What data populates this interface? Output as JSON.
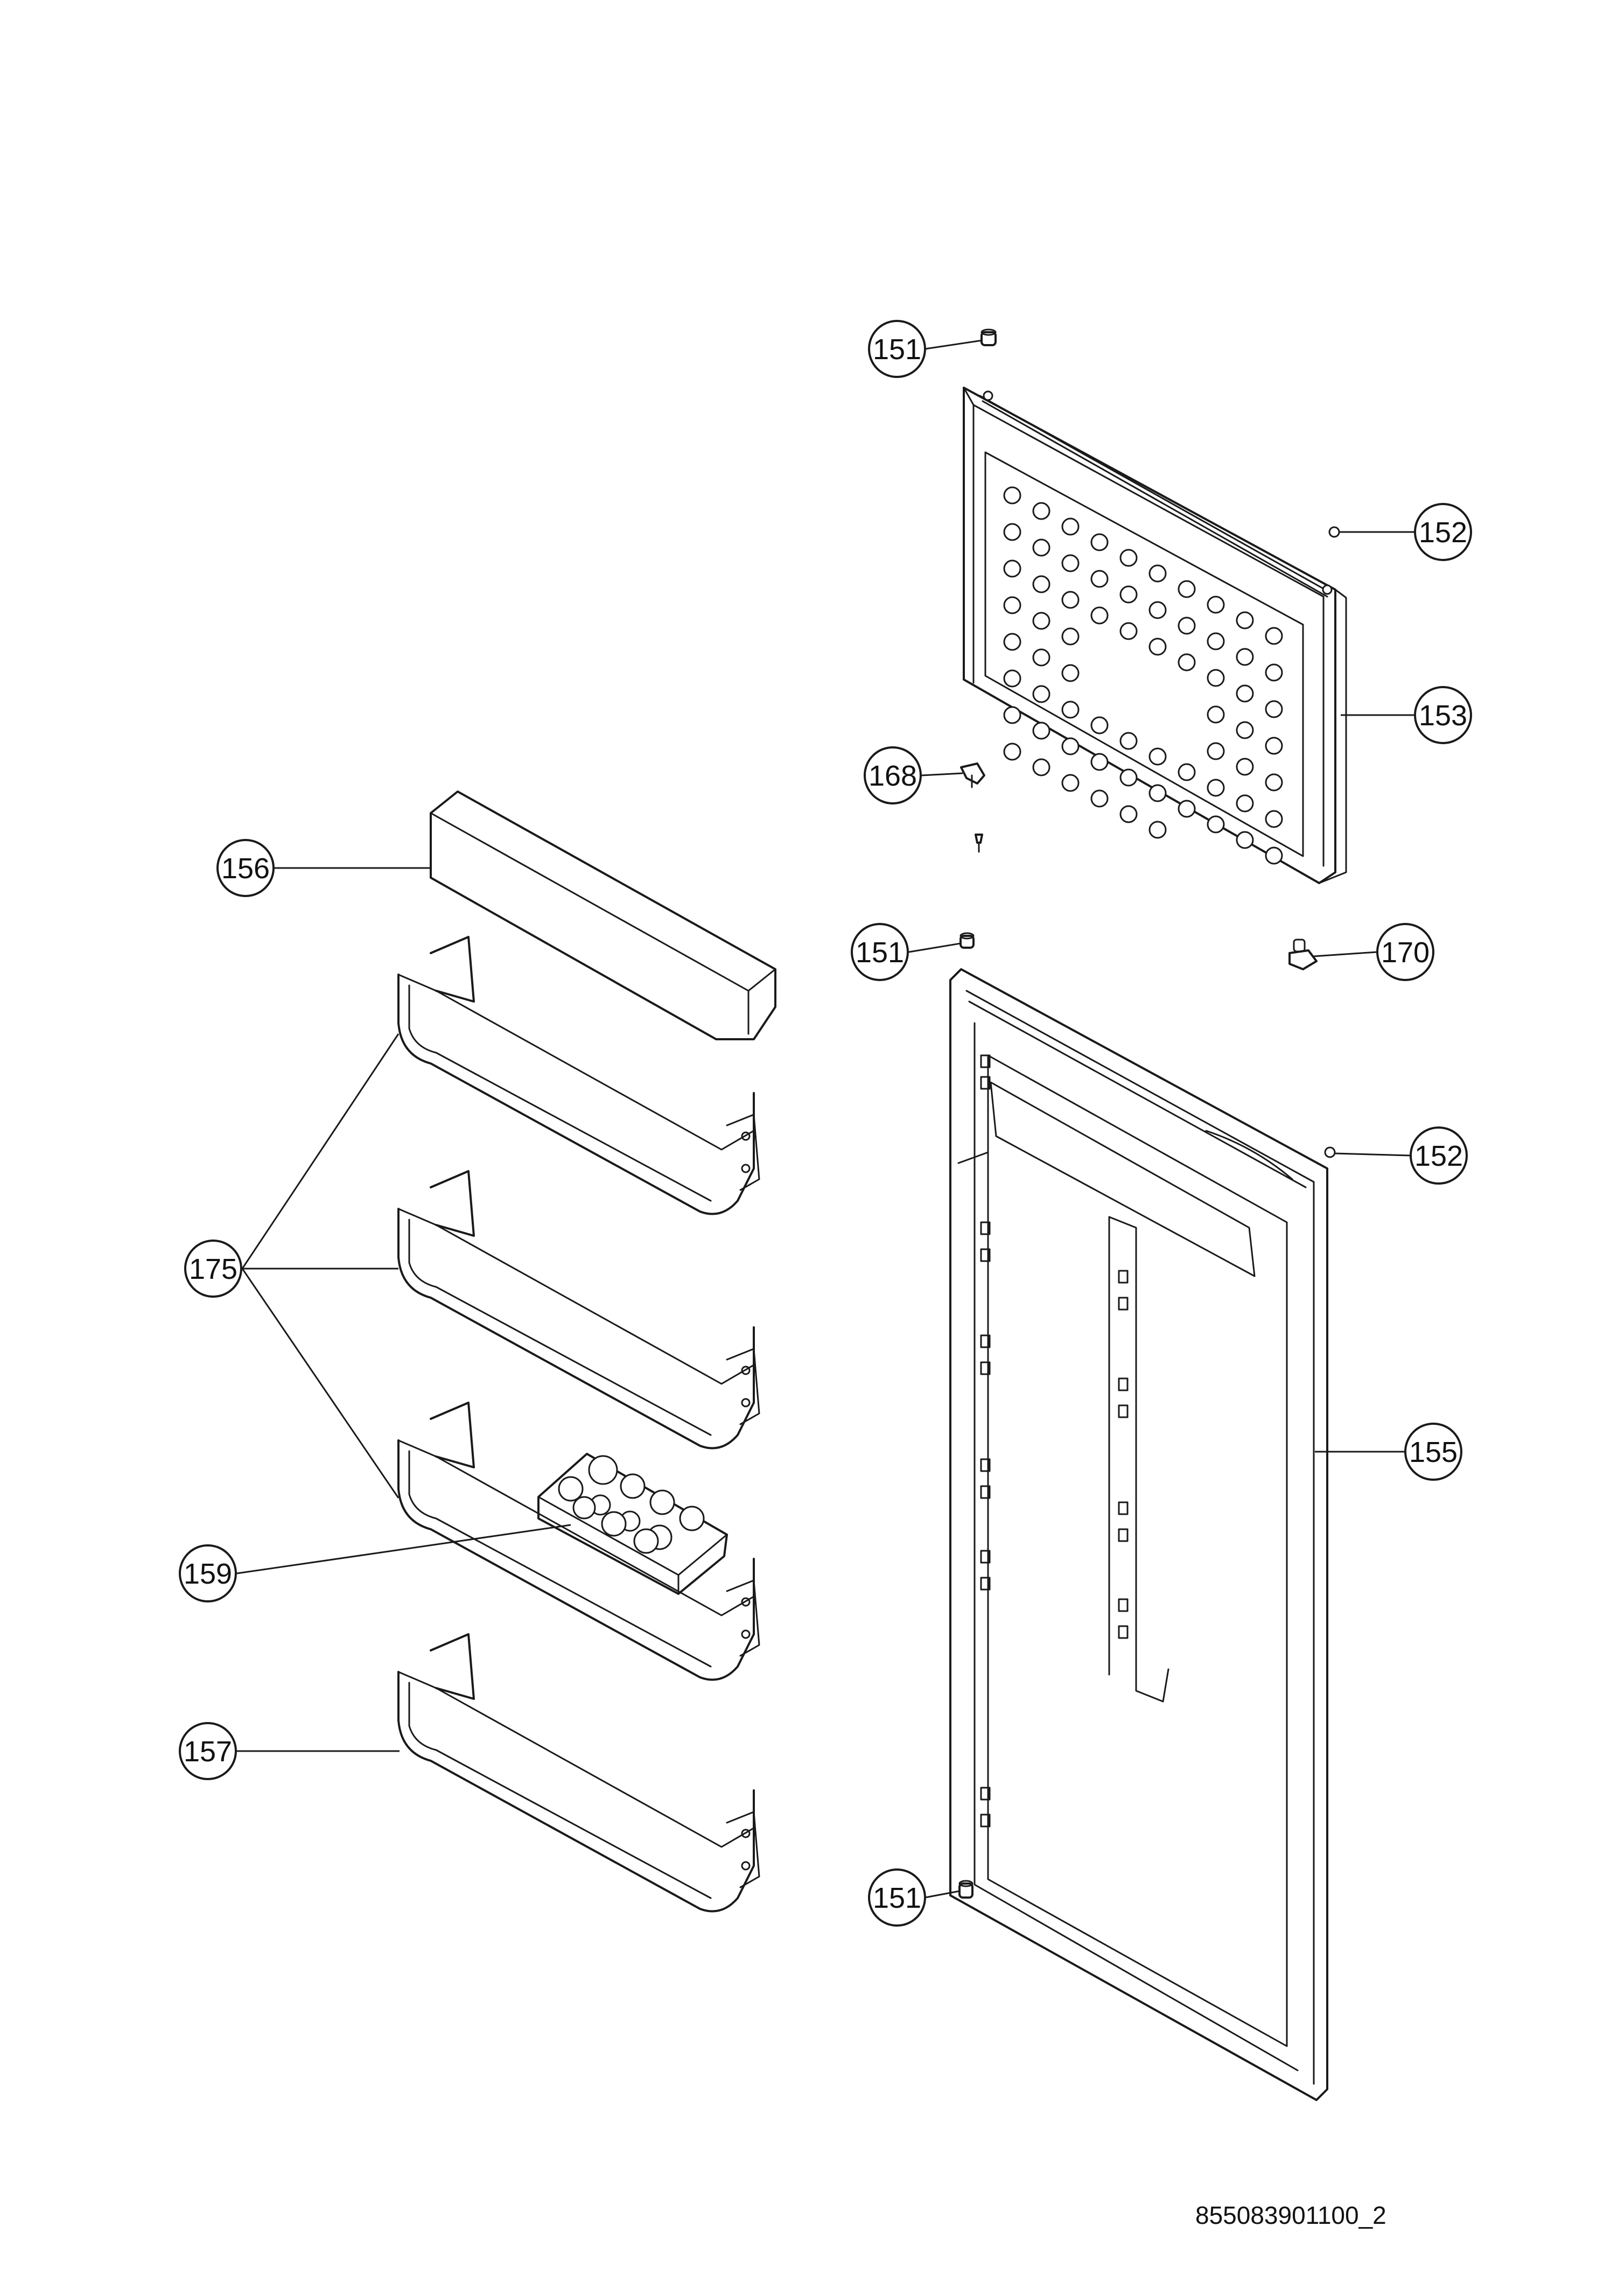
{
  "callouts": [
    {
      "id": "c151a",
      "label": "151"
    },
    {
      "id": "c152a",
      "label": "152"
    },
    {
      "id": "c153",
      "label": "153"
    },
    {
      "id": "c168",
      "label": "168"
    },
    {
      "id": "c156",
      "label": "156"
    },
    {
      "id": "c151b",
      "label": "151"
    },
    {
      "id": "c170",
      "label": "170"
    },
    {
      "id": "c152b",
      "label": "152"
    },
    {
      "id": "c175",
      "label": "175"
    },
    {
      "id": "c155",
      "label": "155"
    },
    {
      "id": "c159",
      "label": "159"
    },
    {
      "id": "c157",
      "label": "157"
    },
    {
      "id": "c151c",
      "label": "151"
    }
  ],
  "document_number": "855083901100_2"
}
